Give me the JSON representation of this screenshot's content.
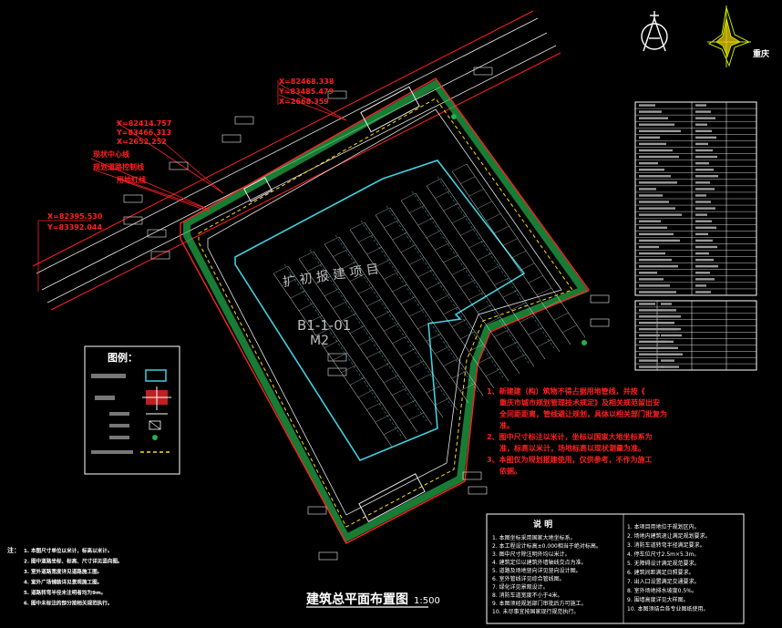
{
  "compass": {
    "place_label": "重庆"
  },
  "drawing": {
    "title": "建筑总平面布置图",
    "scale": "1:500",
    "site_label": "扩 初 报 建 项 目",
    "block_code": "B1-1-01",
    "block_sub": "M2"
  },
  "legend": {
    "title": "图例："
  },
  "red_callouts": [
    "X=82414.757",
    "Y=83466.313",
    "X=2652.252",
    "现状中心线",
    "规划道路控制线",
    "用地红线",
    "X=82468.338",
    "Y=83485.479",
    "X=2668.359",
    "X=82395.530",
    "Y=83392.044"
  ],
  "red_notes": [
    "1、新建建（构）筑物不得占据用地管线，并按《",
    "重庆市城市规划管理技术规定》及相关规范留出安",
    "全间距距离，管线避让规划，具体以相关部门批复为",
    "准。",
    "2、图中尺寸标注以米计，坐标以国家大地坐标系为",
    "准，标高以米计，场地标高以现状测量为准。",
    "3、本图仅为规划报建使用，仅供参考，不作为施工",
    "依据。"
  ],
  "bottom_notes": {
    "prefix": "注：",
    "lines": [
      "1. 本图尺寸单位以米计，标高以米计。",
      "2. 图中道路坐标、标高、尺寸详见竖向图。",
      "3. 室外道路宽度详见道路施工图。",
      "4. 室外广场铺装详见景观施工图。",
      "5. 道路转弯半径未注明者均为9m。",
      "6. 图中未标注的部分按相关规范执行。"
    ]
  },
  "explain": {
    "title": "说  明",
    "left": [
      "1. 本图坐标采用国家大地坐标系。",
      "2. 本工程设计标高±0.000相当于绝对标高。",
      "3. 图中尺寸除注明外均以米计。",
      "4. 建筑定位以建筑外墙轴线交点为准。",
      "5. 道路及场地竖向详见竖向设计图。",
      "6. 室外管线详见综合管线图。",
      "7. 绿化详见景观设计。",
      "8. 消防车道宽度不小于4米。",
      "9. 本图须经规划部门审批后方可施工。",
      "10. 未尽事宜按国家现行规范执行。"
    ],
    "right": [
      "1. 本项目用地位于规划区内。",
      "2. 场地内建筑退让满足规划要求。",
      "3. 消防车道转弯半径满足要求。",
      "4. 停车位尺寸2.5m×5.3m。",
      "5. 无障碍设计满足规范要求。",
      "6. 建筑间距满足日照要求。",
      "7. 出入口设置满足交通要求。",
      "8. 室外场地排水坡度0.5%。",
      "9. 围墙高度详见大样图。",
      "10. 本图须结合各专业图纸使用。"
    ]
  },
  "colors": {
    "background": "#000000",
    "boundary_red": "#ff2020",
    "green_belt": "#22b14c",
    "building_cyan": "#3fd0e0",
    "road_yellow": "#ffe000",
    "road_white": "#e8e8e8",
    "text_white": "#ffffff"
  }
}
